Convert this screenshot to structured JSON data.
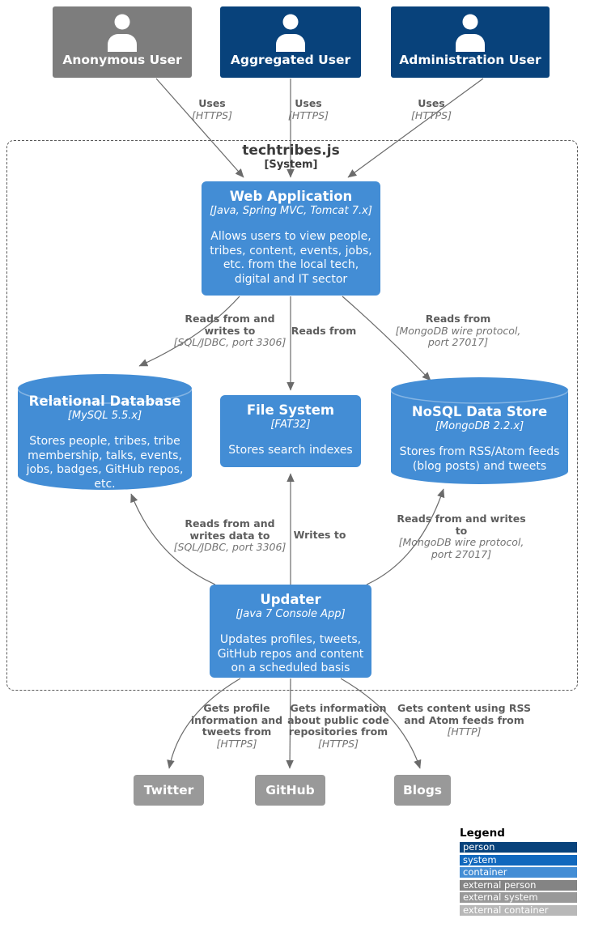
{
  "diagram": {
    "boundary": {
      "title": "techtribes.js",
      "subtitle": "[System]"
    },
    "people": [
      {
        "label": "Anonymous User",
        "type": "external person"
      },
      {
        "label": "Aggregated User",
        "type": "person"
      },
      {
        "label": "Administration User",
        "type": "person"
      }
    ],
    "containers": [
      {
        "title": "Web Application",
        "tech": "[Java, Spring MVC, Tomcat 7.x]",
        "description": "Allows users to view people, tribes, content, events, jobs, etc. from the local tech, digital and IT sector"
      },
      {
        "title": "Relational Database",
        "tech": "[MySQL 5.5.x]",
        "description": "Stores people, tribes, tribe membership, talks, events, jobs, badges, GitHub repos, etc."
      },
      {
        "title": "File System",
        "tech": "[FAT32]",
        "description": "Stores search indexes"
      },
      {
        "title": "NoSQL Data Store",
        "tech": "[MongoDB 2.2.x]",
        "description": "Stores from RSS/Atom feeds (blog posts) and tweets"
      },
      {
        "title": "Updater",
        "tech": "[Java 7 Console App]",
        "description": "Updates profiles, tweets, GitHub repos and content on a scheduled basis"
      }
    ],
    "external_systems": [
      {
        "label": "Twitter"
      },
      {
        "label": "GitHub"
      },
      {
        "label": "Blogs"
      }
    ],
    "edges": [
      {
        "text": "Uses",
        "tech": "[HTTPS]"
      },
      {
        "text": "Uses",
        "tech": "[HTTPS]"
      },
      {
        "text": "Uses",
        "tech": "[HTTPS]"
      },
      {
        "text": "Reads from and writes to",
        "tech": "[SQL/JDBC, port 3306]"
      },
      {
        "text": "Reads from",
        "tech": ""
      },
      {
        "text": "Reads from",
        "tech": "[MongoDB wire protocol, port 27017]"
      },
      {
        "text": "Reads from and writes data to",
        "tech": "[SQL/JDBC, port 3306]"
      },
      {
        "text": "Writes to",
        "tech": ""
      },
      {
        "text": "Reads from and writes to",
        "tech": "[MongoDB wire protocol, port 27017]"
      },
      {
        "text": "Gets profile information and tweets from",
        "tech": "[HTTPS]"
      },
      {
        "text": "Gets information about public code repositories from",
        "tech": "[HTTPS]"
      },
      {
        "text": "Gets content using RSS and Atom feeds from",
        "tech": "[HTTP]"
      }
    ],
    "legend": {
      "title": "Legend",
      "items": [
        {
          "label": "person",
          "color": "#08427b"
        },
        {
          "label": "system",
          "color": "#1168bd"
        },
        {
          "label": "container",
          "color": "#438dd5"
        },
        {
          "label": "external person",
          "color": "#848484"
        },
        {
          "label": "external system",
          "color": "#999999"
        },
        {
          "label": "external container",
          "color": "#b8b8b8"
        }
      ]
    }
  },
  "colors": {
    "person": "#08427b",
    "container": "#438dd5",
    "external_person": "#7d7d7d",
    "external_system": "#999999",
    "edge": "#6b6b6b"
  }
}
